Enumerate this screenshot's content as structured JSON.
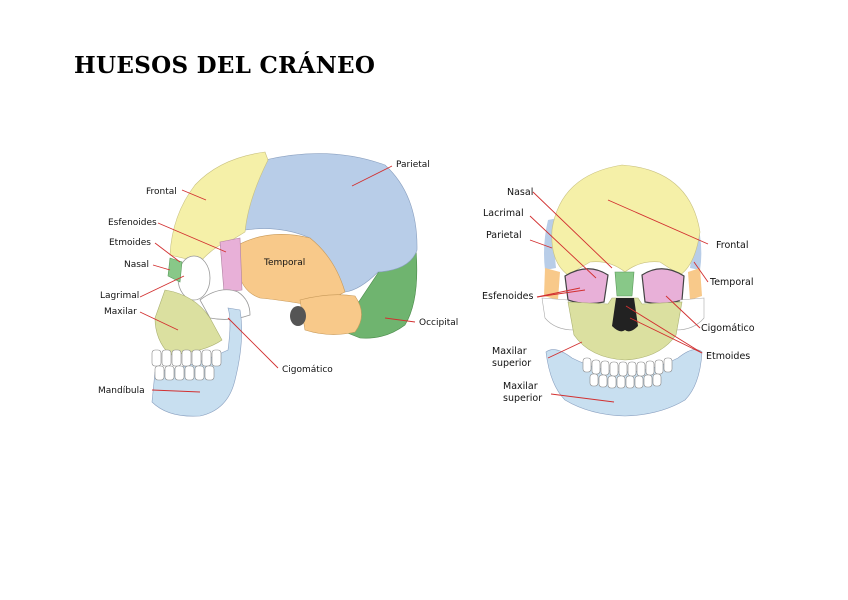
{
  "title": "HUESOS DEL CRÁNEO",
  "colors": {
    "frontal": "#f5f0a8",
    "parietal": "#b8cde8",
    "temporal": "#f8c98a",
    "occipital": "#6fb46f",
    "esfenoides": "#e8b0d8",
    "cigomatico": "#ffffff",
    "maxilar": "#dbe0a0",
    "mandibula": "#c8dff0",
    "nasal": "#88c888",
    "leader_line": "#d23030"
  },
  "lateral_view": {
    "labels": {
      "parietal": "Parietal",
      "frontal": "Frontal",
      "esfenoides": "Esfenoides",
      "etmoides": "Etmoides",
      "nasal": "Nasal",
      "lagrimal": "Lagrimal",
      "maxilar": "Maxilar",
      "temporal": "Temporal",
      "occipital": "Occipital",
      "cigomatico": "Cigomático",
      "mandibula": "Mandíbula"
    }
  },
  "frontal_view": {
    "labels": {
      "nasal": "Nasal",
      "lacrimal": "Lacrimal",
      "parietal": "Parietal",
      "esfenoides": "Esfenoides",
      "maxilar_superior_1a": "Maxilar",
      "maxilar_superior_1b": "superior",
      "maxilar_superior_2a": "Maxilar",
      "maxilar_superior_2b": "superior",
      "frontal": "Frontal",
      "temporal": "Temporal",
      "cigomatico": "Cigomático",
      "etmoides": "Etmoides"
    }
  }
}
